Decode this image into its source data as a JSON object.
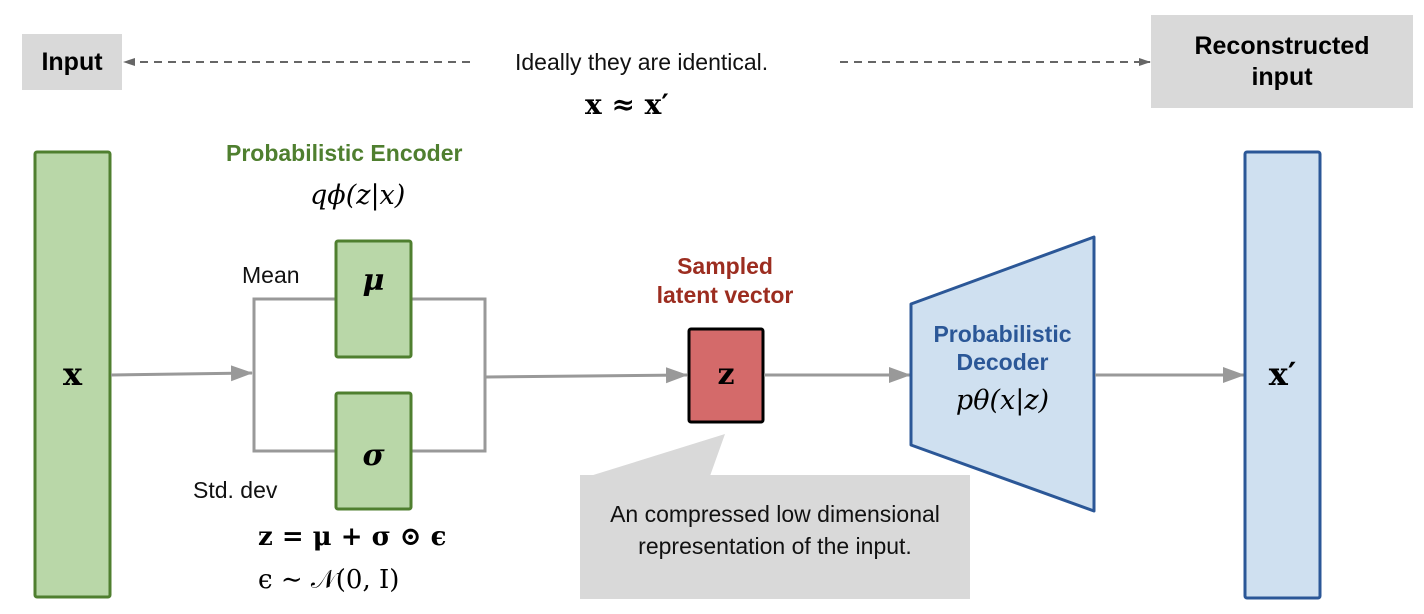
{
  "header": {
    "input_label": "Input",
    "reconstructed_label_line1": "Reconstructed",
    "reconstructed_label_line2": "input",
    "identity_note": "Ideally they are identical.",
    "identity_equation": "x ≈ x′"
  },
  "encoder": {
    "title": "Probabilistic Encoder",
    "distribution": "qϕ(z|x)",
    "mean_label": "Mean",
    "std_label": "Std. dev",
    "mean_symbol": "μ",
    "std_symbol": "σ",
    "reparam_equation": "z = μ + σ ⊙ ϵ",
    "noise_equation": "ϵ ∼ 𝒩(0, I)"
  },
  "input_vector": {
    "symbol": "x"
  },
  "latent": {
    "title_line1": "Sampled",
    "title_line2": "latent vector",
    "symbol": "z",
    "callout": "An compressed low dimensional representation of the input.",
    "callout_line1": "An compressed low dimensional",
    "callout_line2": "representation of the input."
  },
  "decoder": {
    "title_line1": "Probabilistic",
    "title_line2": "Decoder",
    "distribution": "pθ(x|z)"
  },
  "output_vector": {
    "symbol": "x′"
  },
  "colors": {
    "encoder_fill": "#b9d7a8",
    "encoder_stroke": "#4f7f2f",
    "latent_fill": "#d46a6a",
    "latent_stroke": "#000000",
    "decoder_fill": "#cfe0f0",
    "decoder_stroke": "#2b5797",
    "connector": "#999999",
    "note_bg": "#d9d9d9",
    "encoder_title": "#4f7f2f",
    "latent_title": "#9c2d20",
    "decoder_title": "#2b5797"
  }
}
